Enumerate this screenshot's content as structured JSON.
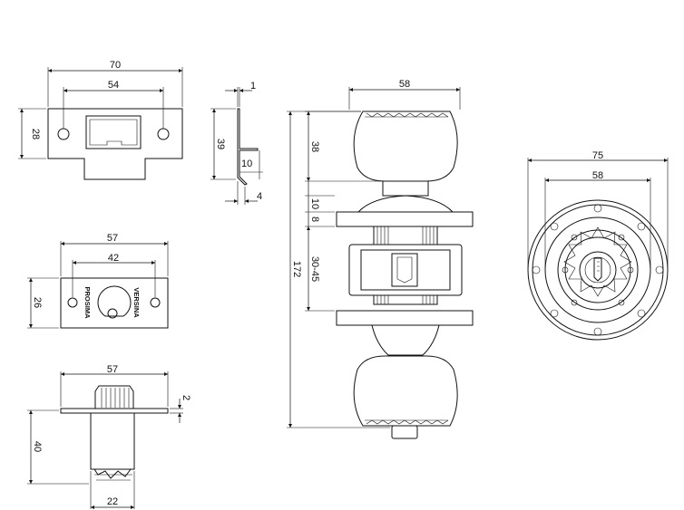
{
  "strike_plate": {
    "width": "70",
    "hole_spacing": "54",
    "height": "28"
  },
  "strike_side": {
    "thickness": "1",
    "height": "39",
    "lip": "10",
    "offset": "4"
  },
  "latch_face": {
    "width": "57",
    "hole_spacing": "42",
    "height": "26",
    "engraving_left": "PROSIMA",
    "engraving_right": "VERSINA"
  },
  "latch_side": {
    "width": "57",
    "flange": "2",
    "backset": "40",
    "bolt": "22"
  },
  "knob_side": {
    "knob_dia": "58",
    "knob_len": "38",
    "rose": "10",
    "flange": "8",
    "door_thickness": "30-45",
    "overall": "172"
  },
  "knob_front": {
    "rose_dia": "75",
    "knob_dia": "58"
  }
}
